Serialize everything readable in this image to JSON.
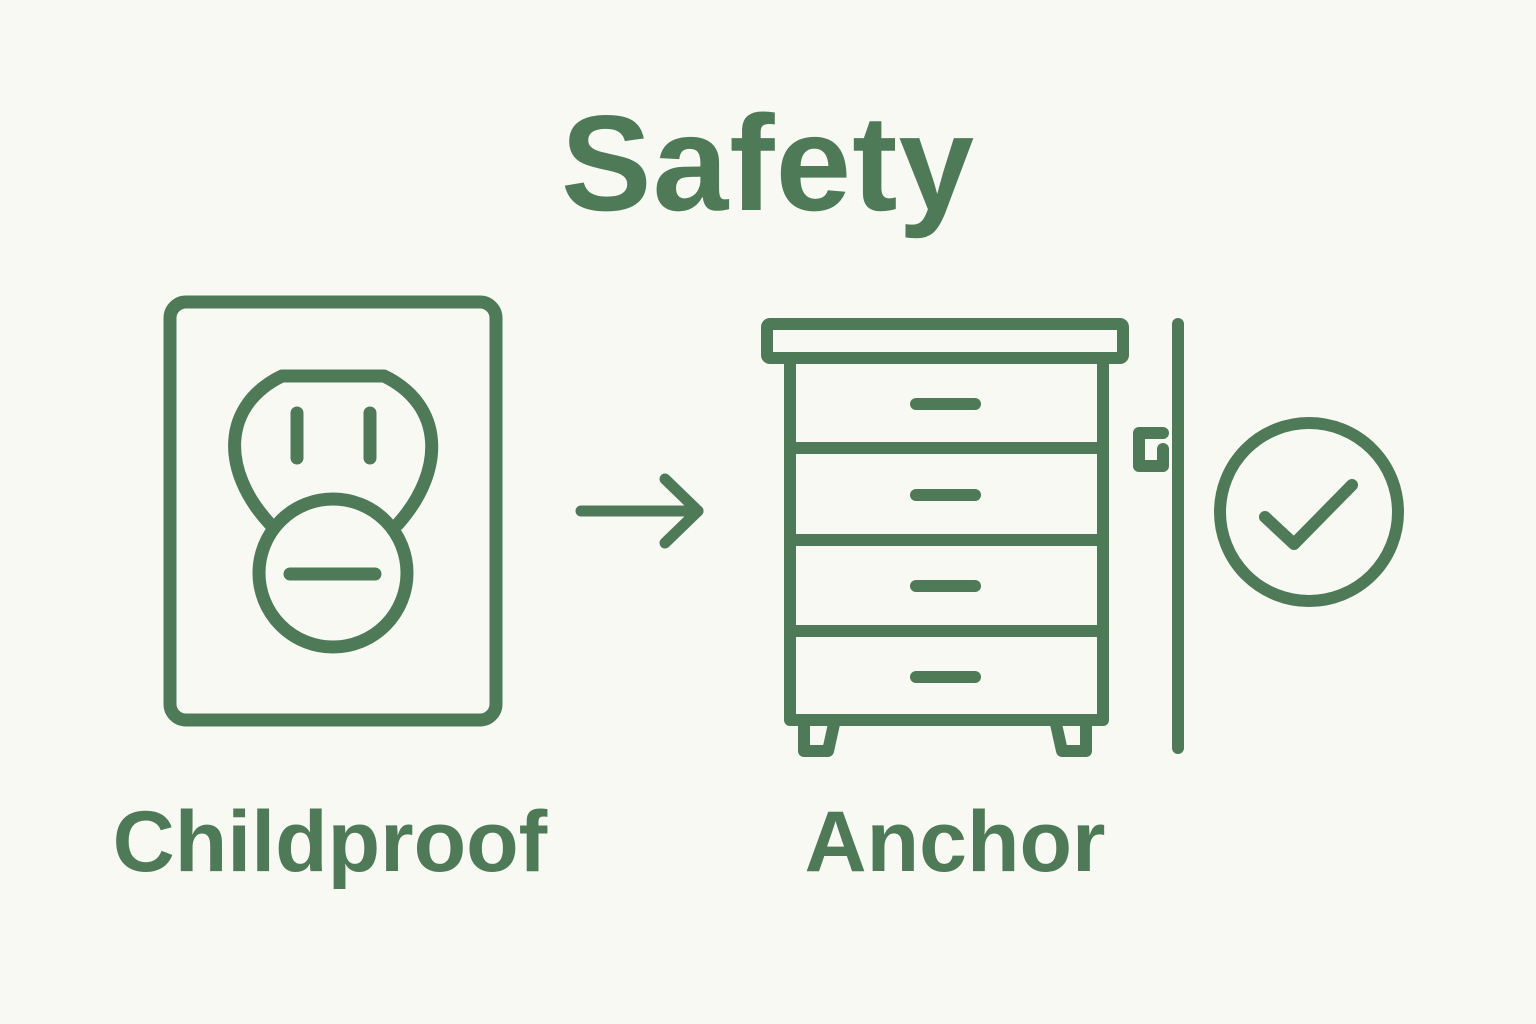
{
  "title": "Safety",
  "labels": {
    "childproof": "Childproof",
    "anchor": "Anchor"
  },
  "icons": {
    "outlet": "outlet-with-cover-icon",
    "arrow": "arrow-right-icon",
    "dresser": "anchored-dresser-icon",
    "check": "check-circle-icon"
  },
  "colors": {
    "stroke": "#4e7a57",
    "background": "#f9f9f4"
  }
}
